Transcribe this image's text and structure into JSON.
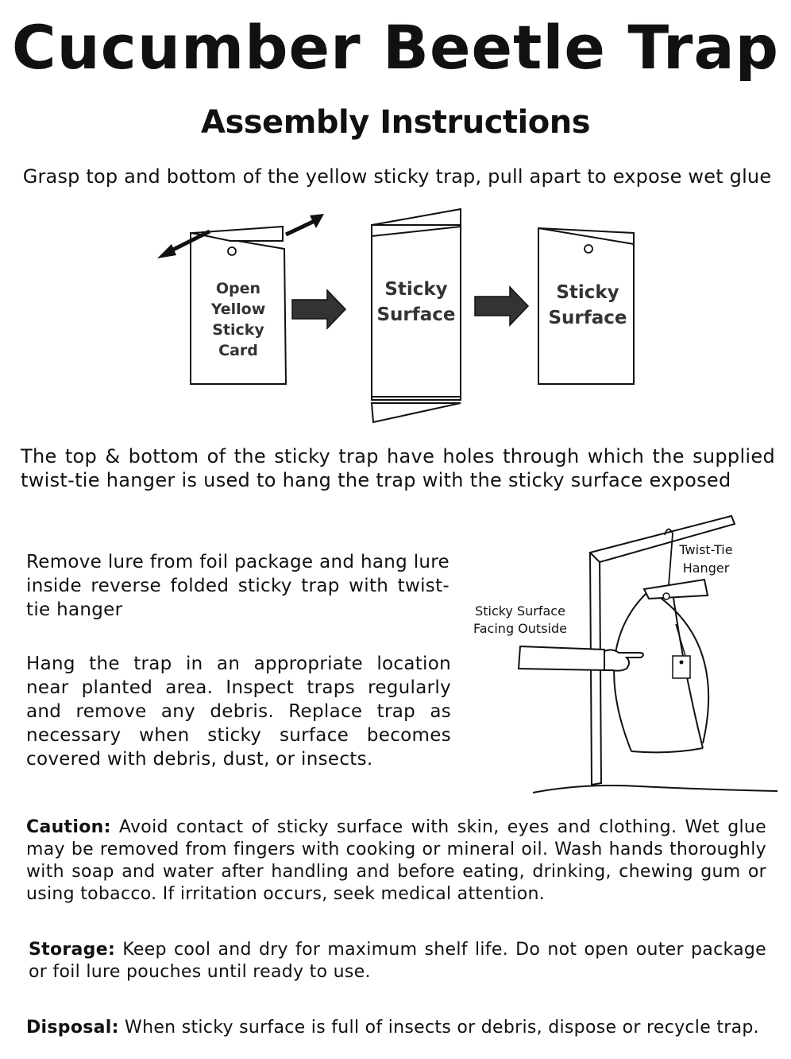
{
  "header": {
    "title": "Cucumber Beetle Trap",
    "subtitle": "Assembly Instructions"
  },
  "step1": {
    "text": "Grasp top and bottom of the yellow sticky trap, pull apart to expose wet glue"
  },
  "diagram1": {
    "card1_lines": [
      "Open",
      "Yellow",
      "Sticky",
      "Card"
    ],
    "card2_lines": [
      "Sticky",
      "Surface"
    ],
    "card3_lines": [
      "Sticky",
      "Surface"
    ]
  },
  "step2": {
    "text": "The top & bottom of the sticky trap have holes through which the supplied twist-tie hanger is used to hang the trap with the sticky surface exposed"
  },
  "step3": {
    "text": "Remove lure from foil package and hang lure inside reverse folded sticky trap with twist-tie hanger"
  },
  "step4": {
    "text": "Hang the trap in an appropriate location near planted area.  Inspect traps regularly and remove any debris.  Replace trap as necessary when sticky surface becomes covered with debris, dust, or insects."
  },
  "diagram2": {
    "hanger_label_lines": [
      "Twist-Tie",
      "Hanger"
    ],
    "surface_label_lines": [
      "Sticky Surface",
      "Facing Outside"
    ]
  },
  "caution": {
    "label": "Caution:",
    "text": " Avoid contact of sticky surface with skin, eyes and clothing.  Wet glue may be removed from fingers with cooking or mineral oil. Wash hands thoroughly with soap and water after handling and before eating, drinking, chewing gum or using tobacco.  If irritation occurs, seek medical attention."
  },
  "storage": {
    "label": "Storage:",
    "text": " Keep cool and dry for maximum shelf life. Do not open outer package or foil lure pouches until ready to use."
  },
  "disposal": {
    "label": "Disposal:",
    "text": " When sticky surface is full of insects or debris, dispose or recycle trap."
  }
}
